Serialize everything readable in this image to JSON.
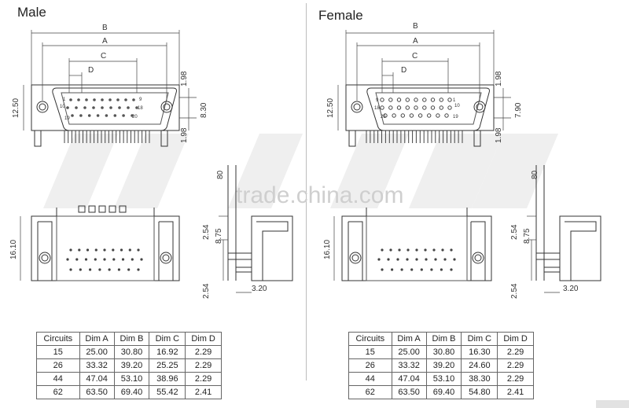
{
  "panels": {
    "male": {
      "title": "Male",
      "dims": {
        "B": "B",
        "A": "A",
        "C": "C",
        "D": "D",
        "h": "12.50",
        "top": "1.98",
        "mid": "8.30",
        "bot": "1.98",
        "body_h": "16.10",
        "s254a": "2.54",
        "s875": "8.75",
        "s254b": "2.54",
        "s320": "3.20",
        "s80": "80"
      },
      "pins": {
        "p1": "1",
        "p9": "9",
        "p10": "10",
        "p19": "19",
        "p18": "18",
        "p20": "20"
      },
      "table": {
        "headers": [
          "Circuits",
          "Dim A",
          "Dim B",
          "Dim C",
          "Dim D"
        ],
        "rows": [
          [
            "15",
            "25.00",
            "30.80",
            "16.92",
            "2.29"
          ],
          [
            "26",
            "33.32",
            "39.20",
            "25.25",
            "2.29"
          ],
          [
            "44",
            "47.04",
            "53.10",
            "38.96",
            "2.29"
          ],
          [
            "62",
            "63.50",
            "69.40",
            "55.42",
            "2.41"
          ]
        ]
      }
    },
    "female": {
      "title": "Female",
      "dims": {
        "B": "B",
        "A": "A",
        "C": "C",
        "D": "D",
        "h": "12.50",
        "top": "1.98",
        "mid": "7.90",
        "bot": "1.98",
        "body_h": "16.10",
        "s254a": "2.54",
        "s875": "8.75",
        "s254b": "2.54",
        "s320": "3.20",
        "s80": "80"
      },
      "pins": {
        "p9": "9",
        "p1": "1",
        "p18": "18",
        "p10": "10",
        "p26": "26",
        "p19": "19"
      },
      "table": {
        "headers": [
          "Circuits",
          "Dim A",
          "Dim B",
          "Dim C",
          "Dim D"
        ],
        "rows": [
          [
            "15",
            "25.00",
            "30.80",
            "16.30",
            "2.29"
          ],
          [
            "26",
            "33.32",
            "39.20",
            "24.60",
            "2.29"
          ],
          [
            "44",
            "47.04",
            "53.10",
            "38.30",
            "2.29"
          ],
          [
            "62",
            "63.50",
            "69.40",
            "54.80",
            "2.41"
          ]
        ]
      }
    }
  },
  "watermark": {
    "text": "trade.china.com"
  },
  "colors": {
    "line": "#333333",
    "light": "#555555",
    "watermark": "#d0d0d0",
    "divider": "#bdbdbd"
  }
}
